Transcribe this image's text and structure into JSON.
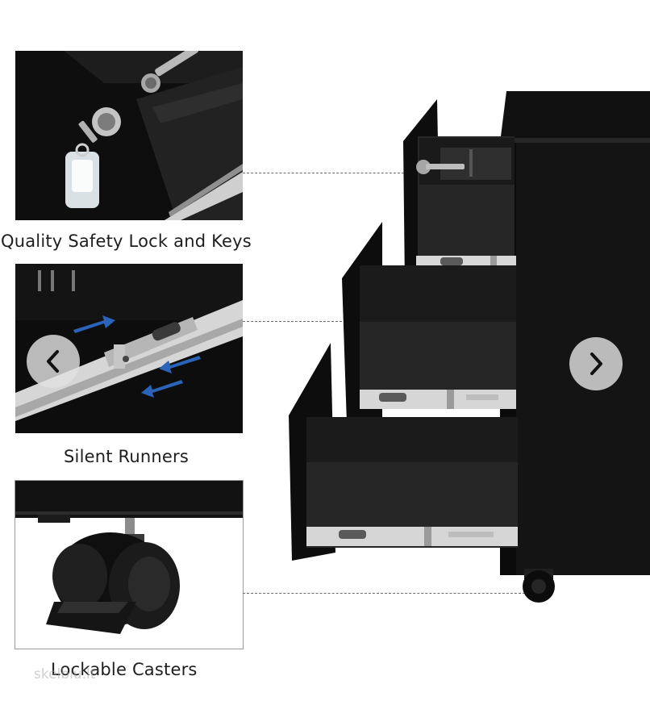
{
  "features": [
    {
      "caption": "Quality Safety Lock and Keys"
    },
    {
      "caption": "Silent Runners"
    },
    {
      "caption": "Lockable Casters"
    }
  ],
  "gallery": {
    "prev_icon": "chevron-left-icon",
    "next_icon": "chevron-right-icon"
  },
  "watermark": "skelbiu.lt",
  "colors": {
    "cabinet": "#151515",
    "drawer_inner": "#262626",
    "rail": "#d9d9d9",
    "arrow_blue": "#2a63b8"
  }
}
